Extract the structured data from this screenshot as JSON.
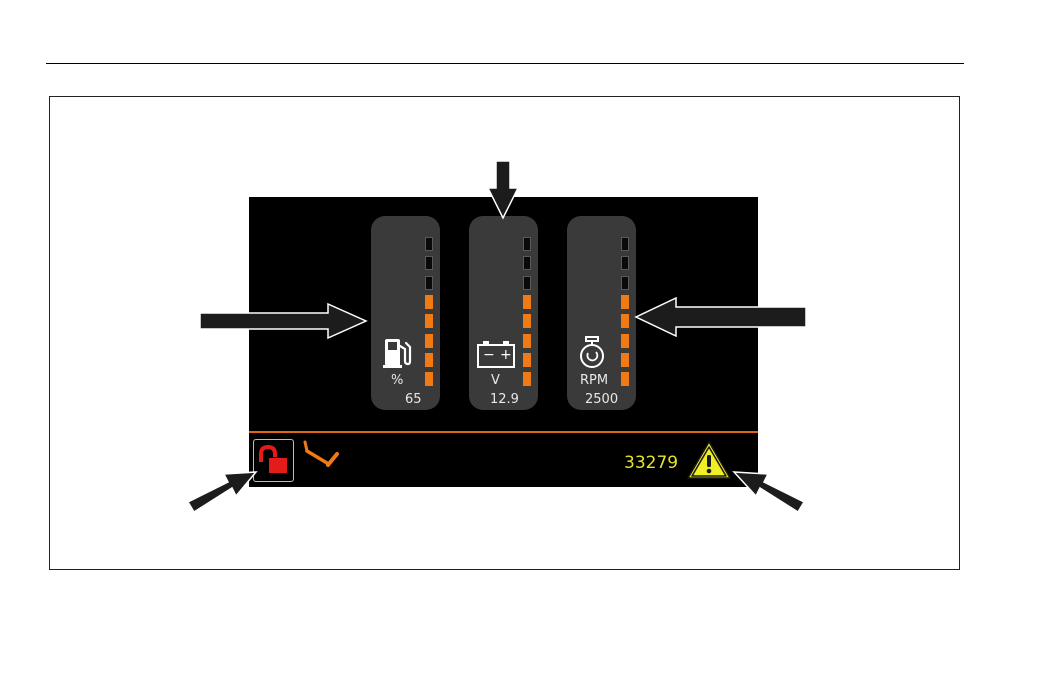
{
  "gauges": [
    {
      "id": "fuel",
      "icon": "fuel-pump-icon",
      "unit": "%",
      "value": "65",
      "level_segments_lit": 5,
      "total_segments": 8
    },
    {
      "id": "battery",
      "icon": "battery-icon",
      "battery_minus": "−",
      "battery_plus": "+",
      "unit": "V",
      "value": "12.9",
      "level_segments_lit": 5,
      "total_segments": 8
    },
    {
      "id": "engine",
      "icon": "engine-rpm-icon",
      "unit": "RPM",
      "value": "2500",
      "level_segments_lit": 5,
      "total_segments": 8
    }
  ],
  "status_bar": {
    "lock_icon": "unlocked-padlock-icon",
    "pedal_icon": "pedal-icon",
    "hour_meter": "33279",
    "warning_icon": "warning-triangle-icon"
  },
  "colors": {
    "segment_on": "#f07a16",
    "segment_off": "#0a0a0a",
    "lock": "#e21b1b",
    "hours_text": "#e5e52a",
    "warning_fill": "#f0ee24",
    "status_line": "#e06616"
  }
}
